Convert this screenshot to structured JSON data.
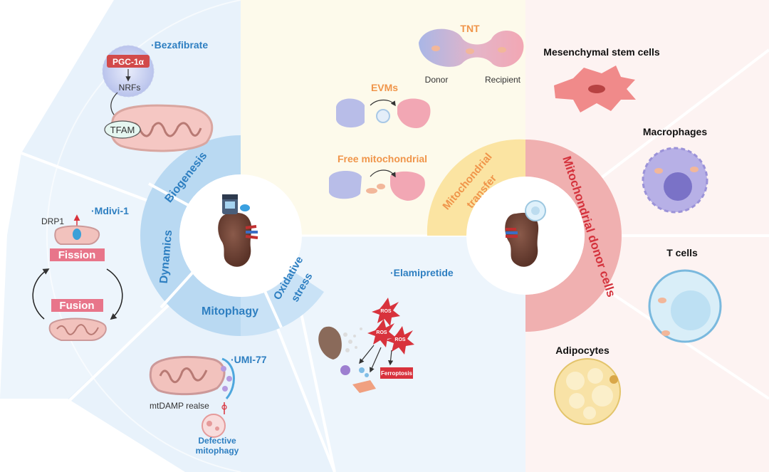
{
  "left_wheel": {
    "segments": {
      "biogenesis": "Biogenesis",
      "dynamics": "Dynamics",
      "mitophagy": "Mitophagy",
      "oxidative_line1": "Oxidative",
      "oxidative_line2": "stress"
    },
    "biogenesis": {
      "drug": "·Bezafibrate",
      "pgc": "PGC-1α",
      "nrfs": "NRFs",
      "tfam": "TFAM"
    },
    "dynamics": {
      "drug": "·Mdivi-1",
      "drp1": "DRP1",
      "fission": "Fission",
      "fusion": "Fusion"
    },
    "mitophagy": {
      "drug": "·UMI-77",
      "mtdamp": "mtDAMP realse",
      "defective_line1": "Defective",
      "defective_line2": "mitophagy"
    },
    "oxidative": {
      "drug": "·Elamipretide",
      "ros": "ROS",
      "ferroptosis": "Ferroptosis"
    }
  },
  "transfer": {
    "label_line1": "Mitochondrial",
    "label_line2": "transfer",
    "tnt": "TNT",
    "donor": "Donor",
    "recipient": "Recipient",
    "evms": "EVMs",
    "free": "Free mitochondrial"
  },
  "donor_cells": {
    "arc_label": "Mitochondrial donor cells",
    "msc": "Mesenchymal stem cells",
    "macrophages": "Macrophages",
    "tcells": "T cells",
    "adipocytes": "Adipocytes"
  },
  "colors": {
    "blue_text": "#2e7fc1",
    "blue_band": "#b9d9f2",
    "blue_bg": "#eaf3fb",
    "orange_text": "#f0954a",
    "yellow_band": "#fbe6a6",
    "yellow_bg": "#fdfaea",
    "red_text": "#d4323c",
    "pink_band": "#f2b6b6",
    "pink_bg": "#fdf1f0",
    "fission_fill": "#e8758a"
  }
}
